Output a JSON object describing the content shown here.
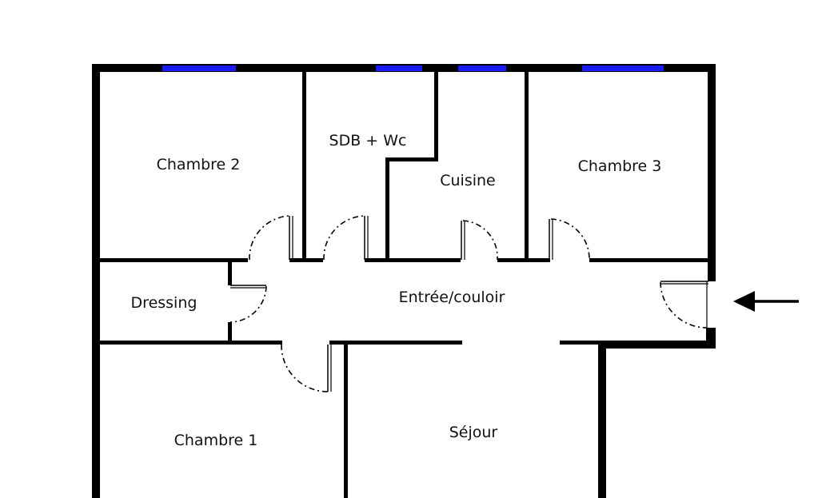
{
  "rooms": {
    "chambre2": "Chambre 2",
    "sdb_wc": "SDB + Wc",
    "cuisine": "Cuisine",
    "chambre3": "Chambre 3",
    "dressing": "Dressing",
    "entree_couloir": "Entrée/couloir",
    "chambre1": "Chambre 1",
    "sejour": "Séjour"
  },
  "colors": {
    "wall": "#000000",
    "window": "#1a1aff",
    "background": "#ffffff"
  },
  "icons": {
    "entrance": "arrow-left-icon"
  }
}
